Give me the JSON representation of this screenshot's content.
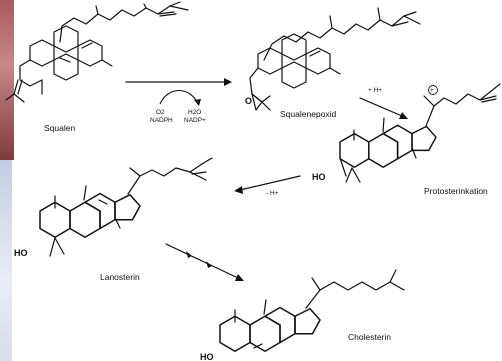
{
  "molecules": {
    "squalene": "Squalen",
    "epoxide": "Squalenepoxid",
    "protosterol": "Protosterinkation",
    "lanosterol": "Lanosterin",
    "cholesterol": "Cholesterin"
  },
  "reagents": {
    "o2": "O2",
    "nadph": "NADPH",
    "h2o": "H2O",
    "nadp": "NADP+",
    "plus_h": "+ H+",
    "minus_h": "- H+",
    "plus_charge": "+"
  },
  "atoms": {
    "oxygen": "O",
    "ho": "HO"
  }
}
